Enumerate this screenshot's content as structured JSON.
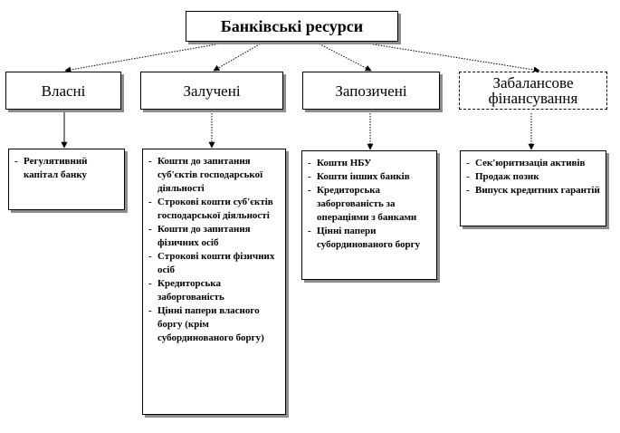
{
  "title": "Банківські ресурси",
  "categories": [
    {
      "label": "Власні",
      "style": "solid"
    },
    {
      "label": "Залучені",
      "style": "solid"
    },
    {
      "label": "Запозичені",
      "style": "solid"
    },
    {
      "label": "Забалансове фінансування",
      "style": "dotted"
    }
  ],
  "lists": [
    {
      "items": [
        "Регулятивний капітал банку"
      ]
    },
    {
      "items": [
        "Кошти до запитання суб'єктів господарської діяльності",
        "Строкові кошти суб'єктів господарської діяльності",
        "Кошти до запитання фізичних осіб",
        "Строкові кошти фізичних осіб",
        "Кредиторська заборгованість",
        "Цінні папери власного боргу (крім субординованого боргу)"
      ]
    },
    {
      "items": [
        "Кошти НБУ",
        "Кошти інших банків",
        "Кредиторська заборгованість за операціями з банками",
        "Цінні папери субординованого боргу"
      ]
    },
    {
      "items": [
        "Сек'юритизація активів",
        "Продаж позик",
        "Випуск кредитних гарантій"
      ]
    }
  ]
}
